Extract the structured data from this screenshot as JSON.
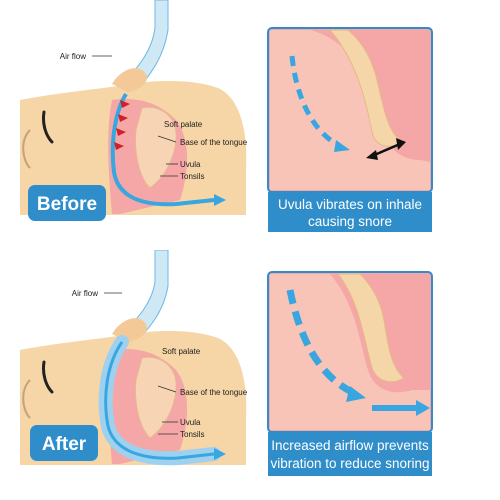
{
  "before": {
    "airflow_label": "Air flow",
    "labels": {
      "soft_palate": "Soft palate",
      "base_of_tongue": "Base of the tongue",
      "uvula": "Uvula",
      "tonsils": "Tonsils"
    },
    "badge": "Before",
    "caption_line1": "Uvula vibrates on inhale",
    "caption_line2": "causing snore"
  },
  "after": {
    "airflow_label": "Air flow",
    "labels": {
      "soft_palate": "Soft palate",
      "base_of_tongue": "Base of the tongue",
      "uvula": "Uvula",
      "tonsils": "Tonsils"
    },
    "badge": "After",
    "caption_line1": "Increased airflow prevents",
    "caption_line2": "vibration to reduce snoring"
  },
  "colors": {
    "accent_blue": "#2f8ec9",
    "airflow_blue": "#38a6e0",
    "skin": "#f6d5a6",
    "tissue_pink": "#f4a7a6",
    "arrow_red": "#d0202a"
  }
}
